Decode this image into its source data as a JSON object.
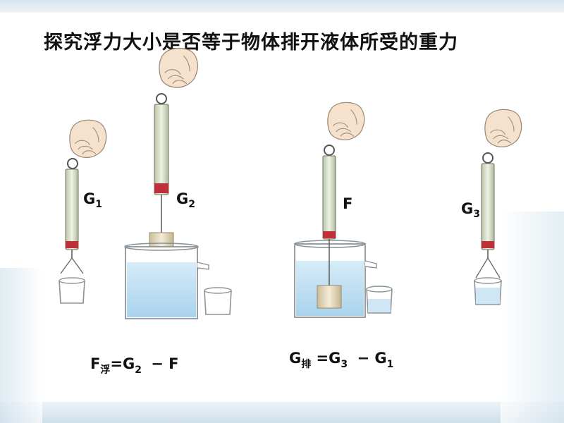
{
  "title": "探究浮力大小是否等于物体排开液体所受的重力",
  "labels": {
    "g1": {
      "main": "G",
      "sub": "1"
    },
    "g2": {
      "main": "G",
      "sub": "2"
    },
    "f": {
      "main": "F"
    },
    "g3": {
      "main": "G",
      "sub": "3"
    }
  },
  "formulas": {
    "buoyancy": {
      "lhs": "F",
      "lhs_sub": "浮",
      "eq": "=G",
      "g_sub": "2",
      "op": " − F"
    },
    "displaced": {
      "lhs": "G",
      "lhs_sub": "排",
      "eq": " =G",
      "g_sub": "3",
      "op": " − G",
      "op_sub": "1"
    }
  },
  "colors": {
    "water": "#bfe0f2",
    "spring_scale": "#d9e2c8",
    "scale_stripe": "#c0303a",
    "weight": "#e8dcc0",
    "glass": "#c9d3da"
  }
}
